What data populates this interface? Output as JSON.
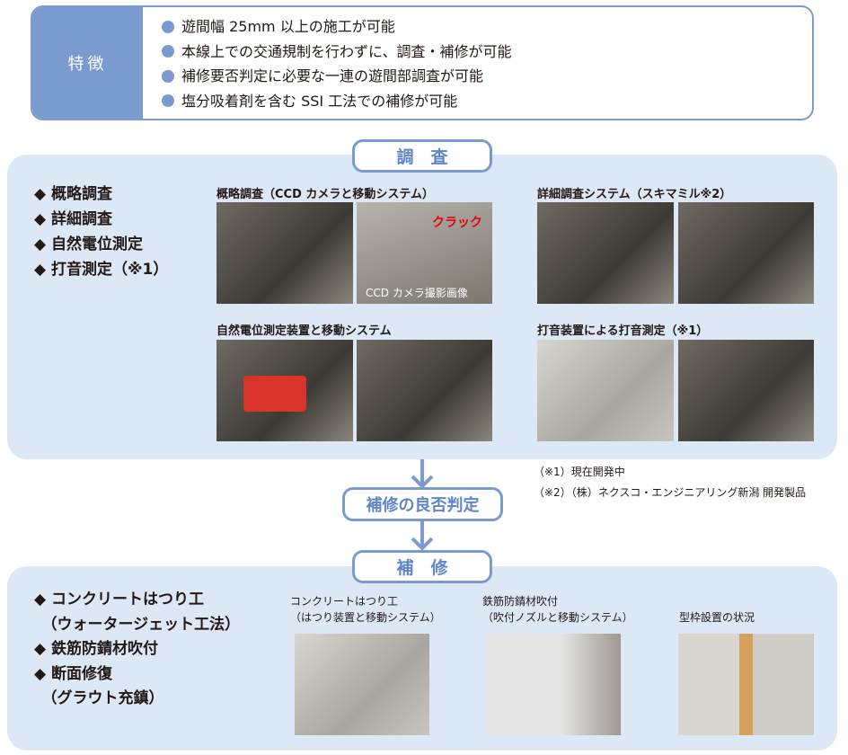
{
  "features": {
    "label": "特徴",
    "items": [
      "遊間幅 25mm 以上の施工が可能",
      "本線上での交通規制を行わずに、調査・補修が可能",
      "補修要否判定に必要な一連の遊間部調査が可能",
      "塩分吸着剤を含む SSI 工法での補修が可能"
    ]
  },
  "survey": {
    "title": "調　査",
    "list": [
      "◆ 概略調査",
      "◆ 詳細調査",
      "◆ 自然電位測定",
      "◆ 打音測定（※1）"
    ],
    "captions": [
      "概略調査（CCD カメラと移動システム）",
      "詳細調査システム（スキマミル※2）",
      "自然電位測定装置と移動システム",
      "打音装置による打音測定（※1）"
    ],
    "crack_label": "クラック",
    "ccd_label": "CCD カメラ撮影画像"
  },
  "judgment": "補修の良否判定",
  "footnotes": [
    "（※1）現在開発中",
    "（※2）（株）ネクスコ・エンジニアリング新潟 開発製品"
  ],
  "repair": {
    "title": "補　修",
    "list": [
      "◆ コンクリートはつり工",
      "　（ウォータージェット工法）",
      "◆ 鉄筋防錆材吹付",
      "◆ 断面修復",
      "　（グラウト充鎮）"
    ],
    "captions": [
      [
        "コンクリートはつり工",
        "（はつり装置と移動システム）"
      ],
      [
        "鉄筋防錆材吹付",
        "（吹付ノズルと移動システム）"
      ],
      [
        "型枠設置の状況"
      ]
    ]
  },
  "colors": {
    "accent": "#7b9bd0",
    "panel": "#dde8f6",
    "crack": "#e60012"
  }
}
